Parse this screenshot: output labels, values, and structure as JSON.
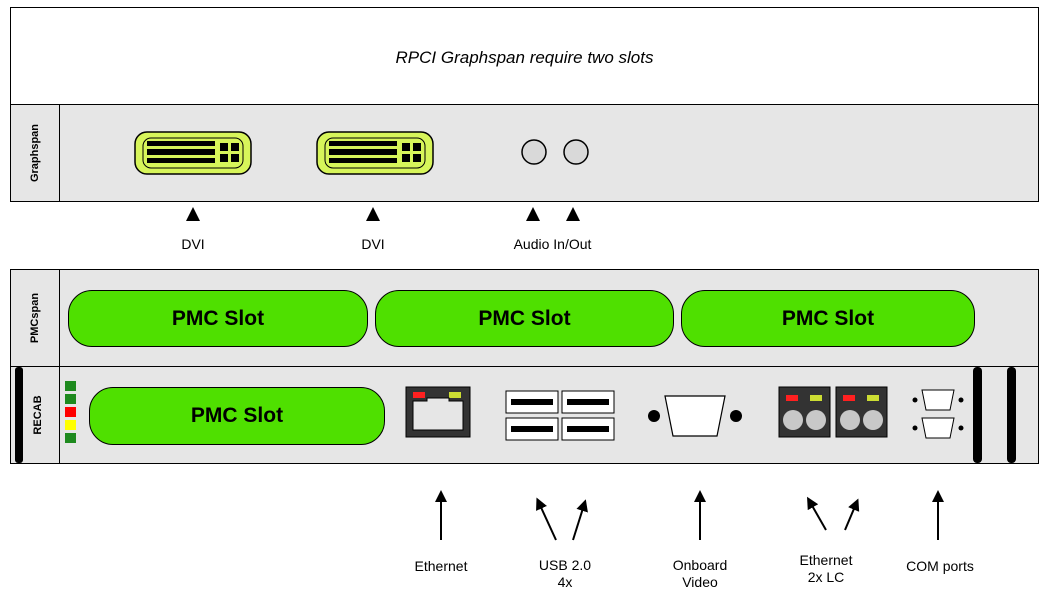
{
  "graphspan_panel": {
    "caption": "RPCI Graphspan require two slots",
    "side_label": "Graphspan",
    "labels": {
      "dvi_1": "DVI",
      "dvi_2": "DVI",
      "audio": "Audio In/Out"
    }
  },
  "recab_panel": {
    "pmcspan_label": "PMCspan",
    "recab_label": "RECAB",
    "slots": [
      "PMC Slot",
      "PMC Slot",
      "PMC Slot",
      "PMC Slot"
    ],
    "led_colors": [
      "#1e8a1e",
      "#1e8a1e",
      "#ff0000",
      "#ffff00",
      "#1e8a1e"
    ],
    "labels": {
      "ethernet": "Ethernet",
      "usb_line1": "USB 2.0",
      "usb_line2": "4x",
      "video_line1": "Onboard",
      "video_line2": "Video",
      "lc_line1": "Ethernet",
      "lc_line2": "2x LC",
      "com": "COM ports"
    }
  },
  "colors": {
    "pmc_green": "#4fe000",
    "connector_green": "#d7f55a",
    "panel_gray": "#e6e6e6",
    "port_dark": "#333333"
  }
}
